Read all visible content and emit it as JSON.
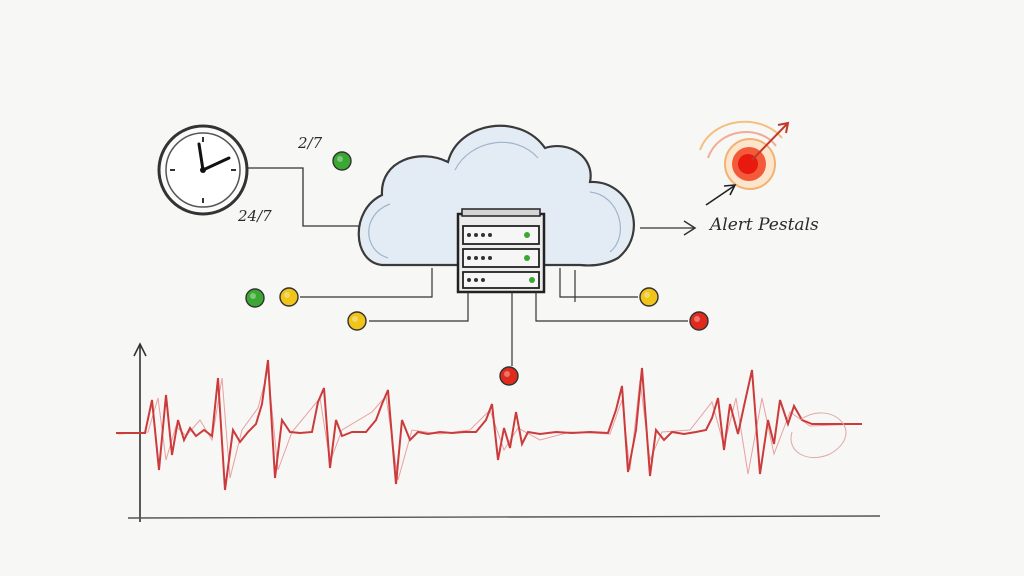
{
  "labels": {
    "clock_top": "2/7",
    "clock_bottom": "24/7",
    "alert": "Alert Pestals"
  },
  "icons": {
    "clock": "clock-icon",
    "cloud": "cloud-icon",
    "server": "server-rack-icon",
    "alert_target": "target-alert-icon",
    "pointer_arrow": "arrow-icon"
  },
  "status_dots": [
    {
      "name": "status-dot-green-top",
      "status": "green"
    },
    {
      "name": "status-dot-green-left",
      "status": "green"
    },
    {
      "name": "status-dot-yellow-left",
      "status": "yellow"
    },
    {
      "name": "status-dot-yellow-mid",
      "status": "yellow"
    },
    {
      "name": "status-dot-yellow-right",
      "status": "yellow"
    },
    {
      "name": "status-dot-red-right",
      "status": "red"
    },
    {
      "name": "status-dot-red-bottom",
      "status": "red"
    }
  ],
  "colors": {
    "green": "#3aa832",
    "yellow": "#f0c419",
    "red": "#e02a1c",
    "waveform": "#cc3b3b",
    "ink": "#2b2b2b",
    "cloud_fill": "#e3ecf5"
  }
}
